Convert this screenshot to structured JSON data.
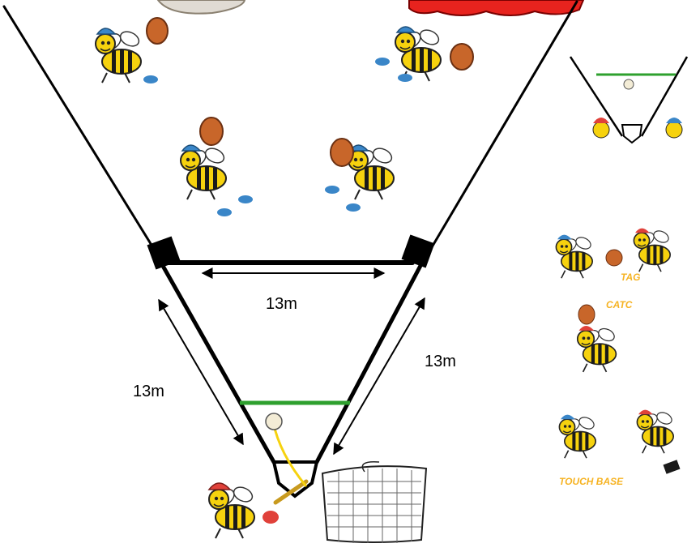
{
  "measurements": {
    "top_span": "13m",
    "left_side": "13m",
    "right_side": "13m"
  },
  "inset_labels": {
    "tag": "TAG",
    "catch": "CATC",
    "touch_base": "TOUCH BASE"
  },
  "colors": {
    "field_line": "#000000",
    "pitch_line": "#2ea02e",
    "bee_yellow": "#f6d20e",
    "bee_stripe": "#1a1a1a",
    "cap_blue": "#3a86c8",
    "cap_red": "#e0413a",
    "glove_brown": "#c8662a",
    "label_orange": "#f6b323",
    "title_red": "#e8231e"
  },
  "icons": [
    "bee-fielder-icon",
    "bee-batter-icon",
    "baseball-icon",
    "bat-icon",
    "catch-net-icon",
    "home-plate-icon",
    "base-icon"
  ]
}
